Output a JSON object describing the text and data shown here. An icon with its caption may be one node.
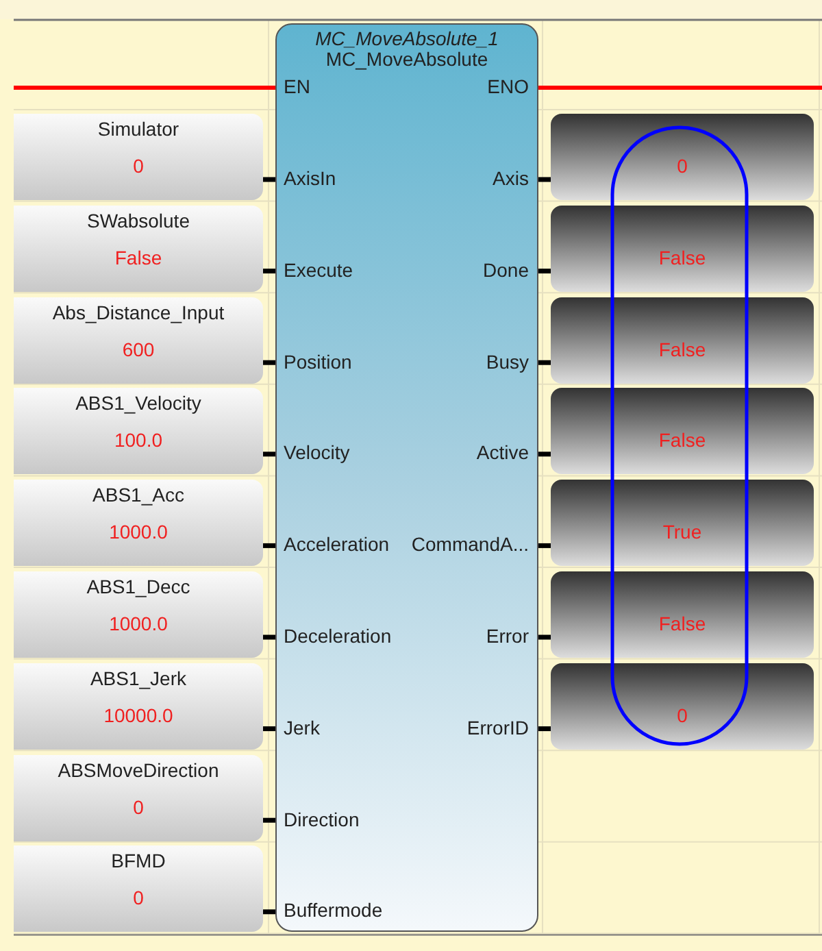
{
  "diagram": {
    "nodes": [
      {
        "text": [
          "MC_MoveAbsolute_1",
          "MC_MoveAbsolute"
        ]
      },
      {
        "text": [
          "Simulator",
          "0"
        ]
      },
      {
        "text": [
          "SWabsolute",
          "False"
        ]
      },
      {
        "text": [
          "Abs_Distance_Input",
          "600"
        ]
      },
      {
        "text": [
          "ABS1_Velocity",
          "100.0"
        ]
      },
      {
        "text": [
          "ABS1_Acc",
          "1000.0"
        ]
      },
      {
        "text": [
          "ABS1_Decc",
          "1000.0"
        ]
      },
      {
        "text": [
          "ABS1_Jerk",
          "10000.0"
        ]
      },
      {
        "text": [
          "ABSMoveDirection",
          "0"
        ]
      },
      {
        "text": [
          "BFMD",
          "0"
        ]
      },
      {
        "text": [
          "0"
        ]
      },
      {
        "text": [
          "False"
        ]
      },
      {
        "text": [
          "False"
        ]
      },
      {
        "text": [
          "False"
        ]
      },
      {
        "text": [
          "True"
        ]
      },
      {
        "text": [
          "False"
        ]
      },
      {
        "text": [
          "0"
        ]
      }
    ],
    "edges": [
      {
        "from": null,
        "to": 0,
        "arrow": "none",
        "color": "#ff0000"
      },
      {
        "from": 0,
        "to": null,
        "arrow": "none",
        "color": "#ff0000"
      },
      {
        "from": 1,
        "to": 0,
        "arrow": "none"
      },
      {
        "from": 2,
        "to": 0,
        "arrow": "none"
      },
      {
        "from": 3,
        "to": 0,
        "arrow": "none"
      },
      {
        "from": 4,
        "to": 0,
        "arrow": "none"
      },
      {
        "from": 5,
        "to": 0,
        "arrow": "none"
      },
      {
        "from": 6,
        "to": 0,
        "arrow": "none"
      },
      {
        "from": 7,
        "to": 0,
        "arrow": "none"
      },
      {
        "from": 8,
        "to": 0,
        "arrow": "none"
      },
      {
        "from": 9,
        "to": 0,
        "arrow": "none"
      },
      {
        "from": 0,
        "to": 10,
        "arrow": "none"
      },
      {
        "from": 0,
        "to": 11,
        "arrow": "none"
      },
      {
        "from": 0,
        "to": 12,
        "arrow": "none"
      },
      {
        "from": 0,
        "to": 13,
        "arrow": "none"
      },
      {
        "from": 0,
        "to": 14,
        "arrow": "none"
      },
      {
        "from": 0,
        "to": 15,
        "arrow": "none"
      },
      {
        "from": 0,
        "to": 16,
        "arrow": "none"
      }
    ],
    "labels": [
      "EN",
      "ENO",
      "AxisIn",
      "Axis",
      "Execute",
      "Done",
      "Position",
      "Busy",
      "Velocity",
      "Active",
      "Acceleration",
      "CommandA...",
      "Deceleration",
      "Error",
      "Jerk",
      "ErrorID",
      "Direction",
      "Buffermode"
    ]
  }
}
